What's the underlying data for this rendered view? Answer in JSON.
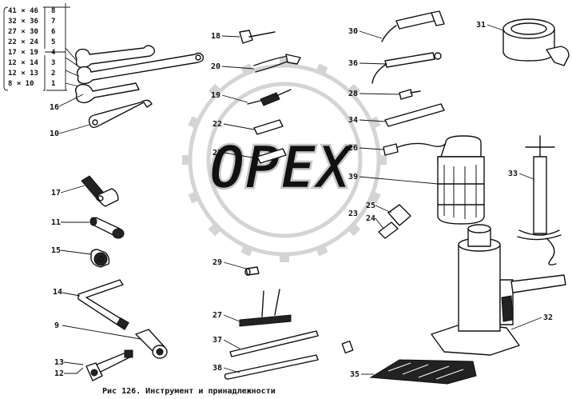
{
  "caption": "Рис 126. Инструмент и принадлежности",
  "watermark": "OPEX",
  "wrench_sizes": [
    {
      "size": "41 × 46",
      "no": "8"
    },
    {
      "size": "32 × 36",
      "no": "7"
    },
    {
      "size": "27 × 30",
      "no": "6"
    },
    {
      "size": "22 × 24",
      "no": "5"
    },
    {
      "size": "17 × 19",
      "no": "4"
    },
    {
      "size": "12 × 14",
      "no": "3"
    },
    {
      "size": "12 × 13",
      "no": "2"
    },
    {
      "size": "8 × 10",
      "no": "1"
    }
  ],
  "callouts": {
    "c16": "16",
    "c10": "10",
    "c17": "17",
    "c11": "11",
    "c15": "15",
    "c14": "14",
    "c9": "9",
    "c13": "13",
    "c12": "12",
    "c18": "18",
    "c20": "20",
    "c19": "19",
    "c22": "22",
    "c21": "21",
    "c29": "29",
    "c27": "27",
    "c37": "37",
    "c38": "38",
    "c30": "30",
    "c36": "36",
    "c28": "28",
    "c34": "34",
    "c26": "26",
    "c39": "39",
    "c23": "23",
    "c25": "25",
    "c24": "24",
    "c35": "35",
    "c31": "31",
    "c33": "33",
    "c32": "32"
  }
}
